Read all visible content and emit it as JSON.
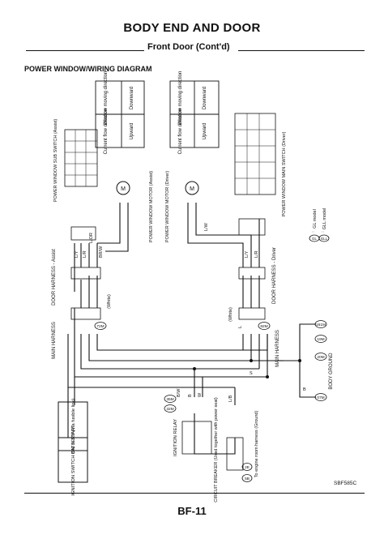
{
  "header": {
    "title": "BODY END AND DOOR",
    "subtitle": "Front Door (Cont'd)"
  },
  "diagram": {
    "title": "POWER WINDOW/WIRING DIAGRAM",
    "figure_code": "SBF585C",
    "table_driver": {
      "row1": "Window moving direction",
      "row2": "Current flow direction",
      "down": "Downward",
      "up": "Upward"
    },
    "table_assist": {
      "row1": "Window moving direction",
      "row2": "Current flow direction",
      "down": "Downward",
      "up": "Upward"
    },
    "labels": {
      "pw_sub_switch": "POWER WINDOW SUB SWITCH (Assist)",
      "pw_main_switch": "POWER WINDOW MAIN SWITCH (Driver)",
      "pw_motor_assist": "POWER WINDOW MOTOR (Assist)",
      "pw_motor_driver": "POWER WINDOW MOTOR (Driver)",
      "door_harness_assist": "DOOR HARNESS - Assist",
      "door_harness_driver": "DOOR HARNESS - Driver",
      "main_harness_left": "MAIN HARNESS",
      "main_harness_right": "MAIN HARNESS",
      "white_left": "(White)",
      "white_right": "(White)",
      "battery": "BATTERY (Via fusible link)",
      "ignition_switch": "IGNITION SWITCH ON or START",
      "ignition_relay": "IGNITION RELAY",
      "circuit_breaker": "CIRCUIT BREAKER (Used together with power seat)",
      "to_engine_room": "To engine room harness (Ground)",
      "body_ground": "BODY GROUND",
      "gl_model": "GL model",
      "gll_model": "GLL model",
      "gl_badge": "GL",
      "gll_badge": "GLL",
      "model_sep": ":"
    },
    "connectors": {
      "c72m": "72M",
      "c82m": "82M",
      "c35m": "35M",
      "c32m": "32M",
      "c2e": "2E",
      "c5b": "5B",
      "c161m": "161M",
      "c20m": "20M",
      "c07m": "07M",
      "c19m": "19M"
    },
    "wires": {
      "lor": "L/OR",
      "lr": "L/R",
      "lr2": "L/R",
      "ly": "L/Y",
      "ly2": "L/Y",
      "brw": "BR/W",
      "lw": "L/W",
      "l": "L",
      "lb": "L/B",
      "bw": "B/W",
      "b": "B",
      "w": "W",
      "s": "S",
      "b_ground": "B",
      "m": "M"
    }
  }
}
